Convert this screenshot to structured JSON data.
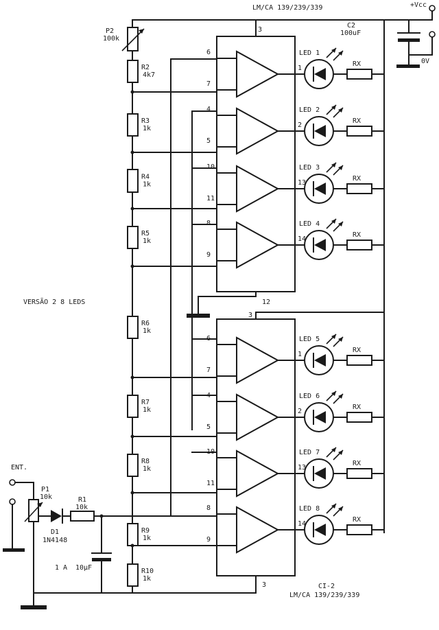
{
  "ic1": {
    "part": "LM/CA 139/239/339",
    "pin_top": "3",
    "pin_bottom": "12"
  },
  "ic2": {
    "ref": "CI-2",
    "part": "LM/CA 139/239/339",
    "pin_top": "3",
    "pin_bottom": "3"
  },
  "supply": {
    "vcc": "+Vcc",
    "gnd": "0V"
  },
  "c2": {
    "ref": "C2",
    "value": "100uF"
  },
  "p2": {
    "ref": "P2",
    "value": "100k"
  },
  "ladder": [
    {
      "ref": "R2",
      "value": "4k7"
    },
    {
      "ref": "R3",
      "value": "1k"
    },
    {
      "ref": "R4",
      "value": "1k"
    },
    {
      "ref": "R5",
      "value": "1k"
    },
    {
      "ref": "R6",
      "value": "1k"
    },
    {
      "ref": "R7",
      "value": "1k"
    },
    {
      "ref": "R8",
      "value": "1k"
    },
    {
      "ref": "R9",
      "value": "1k"
    },
    {
      "ref": "R10",
      "value": "1k"
    }
  ],
  "comparators": [
    {
      "pin_a": "6",
      "pin_b": "7",
      "out": "1",
      "led": "LED 1",
      "rx": "RX"
    },
    {
      "pin_a": "4",
      "pin_b": "5",
      "out": "2",
      "led": "LED 2",
      "rx": "RX"
    },
    {
      "pin_a": "10",
      "pin_b": "11",
      "out": "13",
      "led": "LED 3",
      "rx": "RX"
    },
    {
      "pin_a": "8",
      "pin_b": "9",
      "out": "14",
      "led": "LED 4",
      "rx": "RX"
    },
    {
      "pin_a": "6",
      "pin_b": "7",
      "out": "1",
      "led": "LED 5",
      "rx": "RX"
    },
    {
      "pin_a": "4",
      "pin_b": "5",
      "out": "2",
      "led": "LED 6",
      "rx": "RX"
    },
    {
      "pin_a": "10",
      "pin_b": "11",
      "out": "13",
      "led": "LED 7",
      "rx": "RX"
    },
    {
      "pin_a": "8",
      "pin_b": "9",
      "out": "14",
      "led": "LED 8",
      "rx": "RX"
    }
  ],
  "version_label": "VERSÃO 2  8 LEDS",
  "input": {
    "label": "ENT.",
    "p1": {
      "ref": "P1",
      "value": "10k"
    },
    "r1": {
      "ref": "R1",
      "value": "10k"
    },
    "d1": {
      "ref": "D1",
      "value": "1N4148"
    },
    "c1": {
      "ref": "1 A",
      "value": "10μF"
    }
  }
}
